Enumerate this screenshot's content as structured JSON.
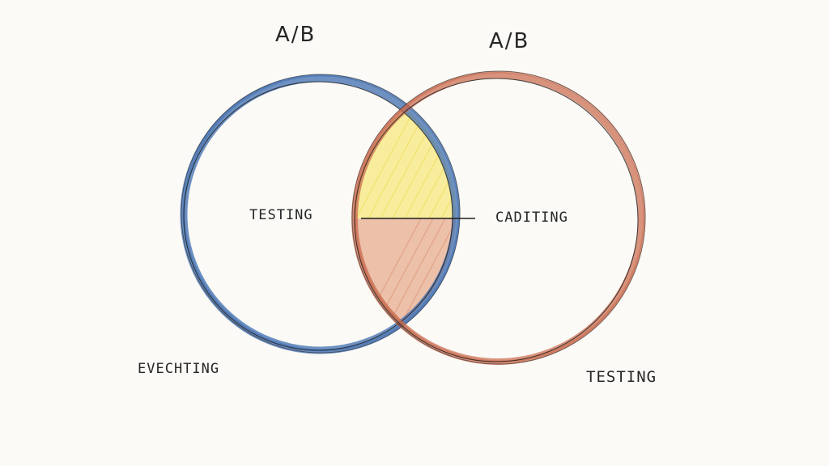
{
  "diagram": {
    "left_circle": {
      "title": "A/B",
      "inner_label": "TESTING",
      "outer_label": "EVECHTING",
      "stroke_color": "#3f6db0"
    },
    "right_circle": {
      "title": "A/B",
      "inner_label": "CADITING",
      "outer_label": "TESTING",
      "stroke_color": "#c9674a"
    },
    "overlap": {
      "upper_color": "#f6ea8c",
      "lower_color": "#e6a789"
    },
    "outline_color": "#1f1f1f"
  }
}
